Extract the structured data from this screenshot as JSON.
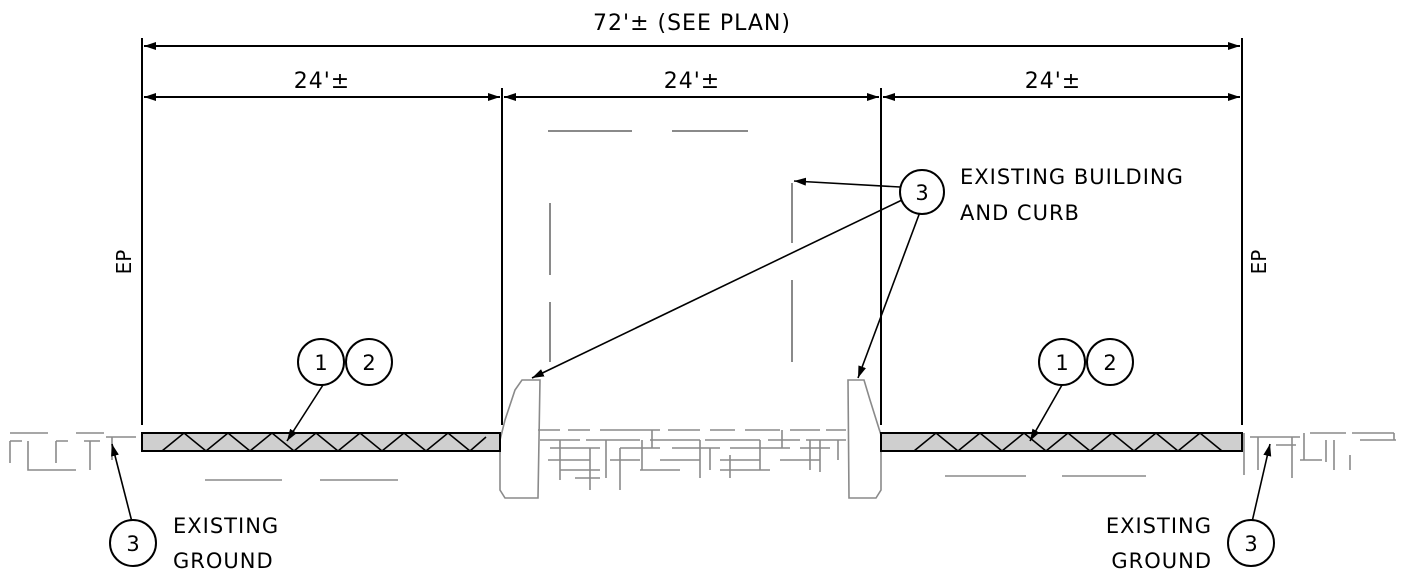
{
  "dimensions": {
    "overall": "72'± (SEE PLAN)",
    "left": "24'±",
    "middle": "24'±",
    "right": "24'±"
  },
  "edge_labels": {
    "left": "EP",
    "right": "EP"
  },
  "callouts": {
    "building_num": "3",
    "building_line1": "EXISTING BUILDING",
    "building_line2": "AND CURB",
    "pavement_left_a": "1",
    "pavement_left_b": "2",
    "pavement_right_a": "1",
    "pavement_right_b": "2",
    "ground_left_num": "3",
    "ground_left_line1": "EXISTING",
    "ground_left_line2": "GROUND",
    "ground_right_num": "3",
    "ground_right_line1": "EXISTING",
    "ground_right_line2": "GROUND"
  }
}
